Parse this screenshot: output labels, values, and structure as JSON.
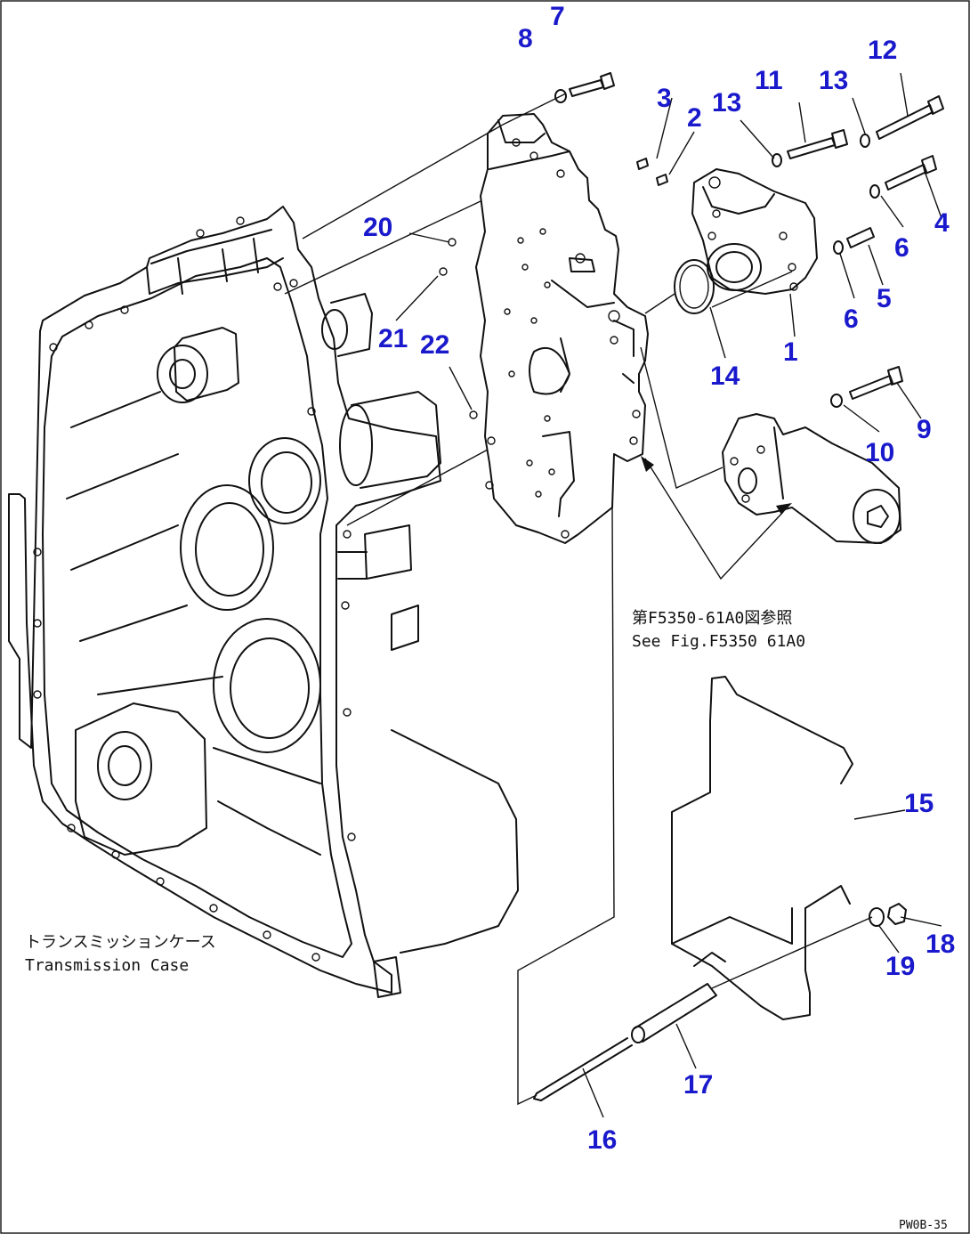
{
  "colors": {
    "label": "#1a1acc",
    "line": "#111111",
    "background": "#ffffff"
  },
  "parts": [
    {
      "number": "1"
    },
    {
      "number": "2"
    },
    {
      "number": "3"
    },
    {
      "number": "4"
    },
    {
      "number": "5"
    },
    {
      "number": "6"
    },
    {
      "number": "6"
    },
    {
      "number": "7"
    },
    {
      "number": "8"
    },
    {
      "number": "9"
    },
    {
      "number": "10"
    },
    {
      "number": "11"
    },
    {
      "number": "12"
    },
    {
      "number": "13"
    },
    {
      "number": "13"
    },
    {
      "number": "14"
    },
    {
      "number": "15"
    },
    {
      "number": "16"
    },
    {
      "number": "17"
    },
    {
      "number": "18"
    },
    {
      "number": "19"
    },
    {
      "number": "20"
    },
    {
      "number": "21"
    },
    {
      "number": "22"
    }
  ],
  "notes": {
    "see_fig_jp": "第F5350-61A0図参照",
    "see_fig_en": "See Fig.F5350 61A0",
    "case_jp": "トランスミッションケース",
    "case_en": "Transmission Case"
  },
  "drawing_ref": "PW0B-35"
}
